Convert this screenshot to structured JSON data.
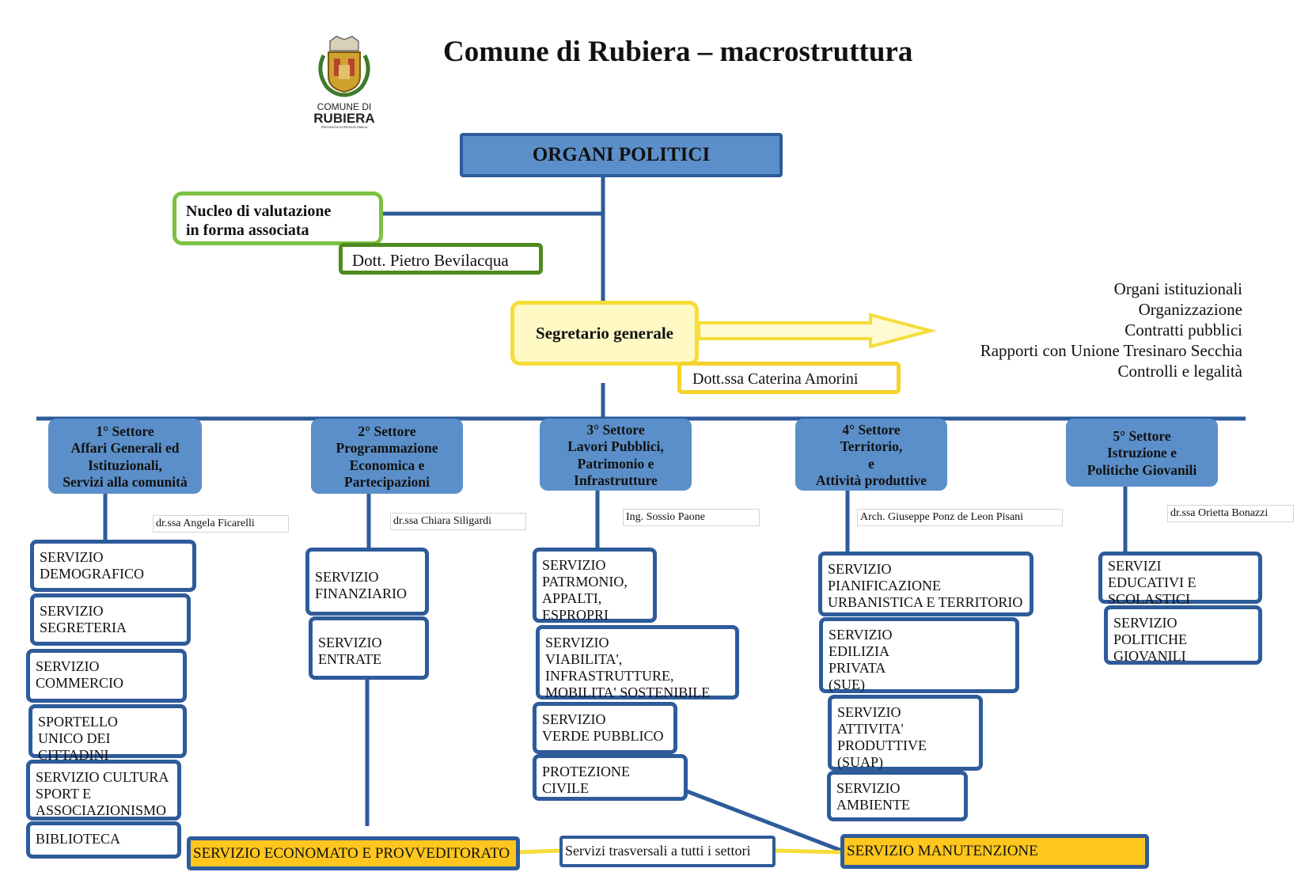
{
  "title": "Comune di Rubiera – macrostruttura",
  "logo": {
    "line1": "COMUNE DI",
    "line2": "RUBIERA",
    "line3": "PROVINCIA DI REGGIO EMILIA"
  },
  "organi_politici": "ORGANI POLITICI",
  "nucleo": {
    "line1": "Nucleo di valutazione",
    "line2": "in forma associata",
    "person": "Dott. Pietro Bevilacqua"
  },
  "segretario": {
    "label": "Segretario generale",
    "person": "Dott.ssa Caterina Amorini",
    "responsibilities": [
      "Organi istituzionali",
      "Organizzazione",
      "Contratti pubblici",
      "Rapporti con Unione Tresinaro Secchia",
      "Controlli e legalità"
    ]
  },
  "settori": [
    {
      "lines": [
        "1° Settore",
        "Affari Generali ed",
        "Istituzionali,",
        "Servizi alla comunità"
      ],
      "manager": "dr.ssa Angela Ficarelli",
      "servizi": [
        "SERVIZIO\nDEMOGRAFICO",
        "SERVIZIO\nSEGRETERIA",
        "SERVIZIO\nCOMMERCIO",
        "SPORTELLO\nUNICO DEI\nCITTADINI",
        "SERVIZIO CULTURA\nSPORT E\nASSOCIAZIONISMO",
        "BIBLIOTECA"
      ]
    },
    {
      "lines": [
        "2° Settore",
        "Programmazione",
        "Economica e",
        "Partecipazioni"
      ],
      "manager": "dr.ssa Chiara Siligardi",
      "servizi": [
        "SERVIZIO\nFINANZIARIO",
        "SERVIZIO\nENTRATE"
      ]
    },
    {
      "lines": [
        "3° Settore",
        "Lavori Pubblici,",
        "Patrimonio e",
        "Infrastrutture"
      ],
      "manager": "Ing. Sossio Paone",
      "servizi": [
        "SERVIZIO\nPATRMONIO,\n APPALTI,\nESPROPRI",
        "SERVIZIO\nVIABILITA',\nINFRASTRUTTURE,\nMOBILITA' SOSTENIBILE",
        "SERVIZIO\nVERDE PUBBLICO",
        "PROTEZIONE\nCIVILE"
      ]
    },
    {
      "lines": [
        "4° Settore",
        "Territorio,",
        "e",
        "Attività produttive"
      ],
      "manager": "Arch. Giuseppe Ponz de Leon Pisani",
      "servizi": [
        "SERVIZIO\nPIANIFICAZIONE\nURBANISTICA E TERRITORIO",
        "SERVIZIO\nEDILIZIA\nPRIVATA\n(SUE)",
        "SERVIZIO\nATTIVITA'\nPRODUTTIVE\n(SUAP)",
        "SERVIZIO\nAMBIENTE"
      ]
    },
    {
      "lines": [
        "5° Settore",
        "Istruzione e",
        "Politiche Giovanili"
      ],
      "manager": "dr.ssa Orietta Bonazzi",
      "servizi": [
        "SERVIZI\nEDUCATIVI E\nSCOLASTICI",
        "SERVIZIO\nPOLITICHE\nGIOVANILI"
      ]
    }
  ],
  "bottom": {
    "economato": "SERVIZIO ECONOMATO E PROVVEDITORATO",
    "trasversali": "Servizi trasversali a tutti i settori",
    "manutenzione": "SERVIZIO MANUTENZIONE"
  },
  "colors": {
    "blue_fill": "#5b8fc9",
    "blue_line": "#2e5b9a",
    "green": "#7cc142",
    "yellow": "#f5dd3a",
    "orange": "#ffc61e"
  }
}
